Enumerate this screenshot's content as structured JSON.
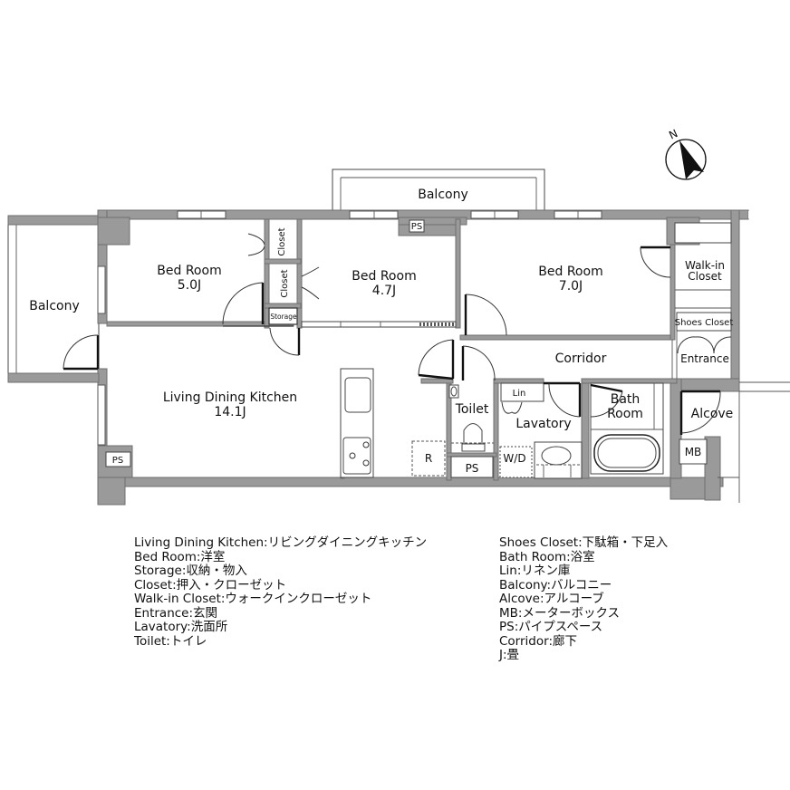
{
  "compass": {
    "label": "N"
  },
  "rooms": {
    "balcony_top": {
      "label": "Balcony"
    },
    "balcony_left": {
      "label": "Balcony"
    },
    "bed1": {
      "label": "Bed Room",
      "size": "5.0J"
    },
    "bed2": {
      "label": "Bed Room",
      "size": "4.7J"
    },
    "bed3": {
      "label": "Bed Room",
      "size": "7.0J"
    },
    "ldk": {
      "label": "Living Dining Kitchen",
      "size": "14.1J"
    },
    "closet1": {
      "label": "Closet"
    },
    "closet2": {
      "label": "Closet"
    },
    "storage": {
      "label": "Storage"
    },
    "walkin": {
      "label_line1": "Walk-in",
      "label_line2": "Closet"
    },
    "shoes_closet": {
      "label": "Shoes Closet"
    },
    "entrance": {
      "label": "Entrance"
    },
    "corridor": {
      "label": "Corridor"
    },
    "toilet": {
      "label": "Toilet"
    },
    "lin": {
      "label": "Lin"
    },
    "lavatory": {
      "label": "Lavatory"
    },
    "bath": {
      "label_line1": "Bath",
      "label_line2": "Room"
    },
    "alcove": {
      "label": "Alcove"
    },
    "mb": {
      "label": "MB"
    },
    "ps_top": {
      "label": "PS"
    },
    "ps_left": {
      "label": "PS"
    },
    "ps_bottom": {
      "label": "PS"
    },
    "wd": {
      "label": "W/D"
    },
    "r": {
      "label": "R"
    }
  },
  "legend": {
    "left": [
      "Living Dining Kitchen:リビングダイニングキッチン",
      "Bed Room:洋室",
      "Storage:収納・物入",
      "Closet:押入・クローゼット",
      "Walk-in Closet:ウォークインクローゼット",
      "Entrance:玄関",
      "Lavatory:洗面所",
      "Toilet:トイレ"
    ],
    "right": [
      "Shoes Closet:下駄箱・下足入",
      "Bath Room:浴室",
      "Lin:リネン庫",
      "Balcony:バルコニー",
      "Alcove:アルコーブ",
      "MB:メーターボックス",
      "PS:パイプスペース",
      "Corridor:廊下",
      "J:畳"
    ]
  },
  "colors": {
    "wall": "#9a9a9a",
    "line": "#333333",
    "background": "#ffffff"
  }
}
